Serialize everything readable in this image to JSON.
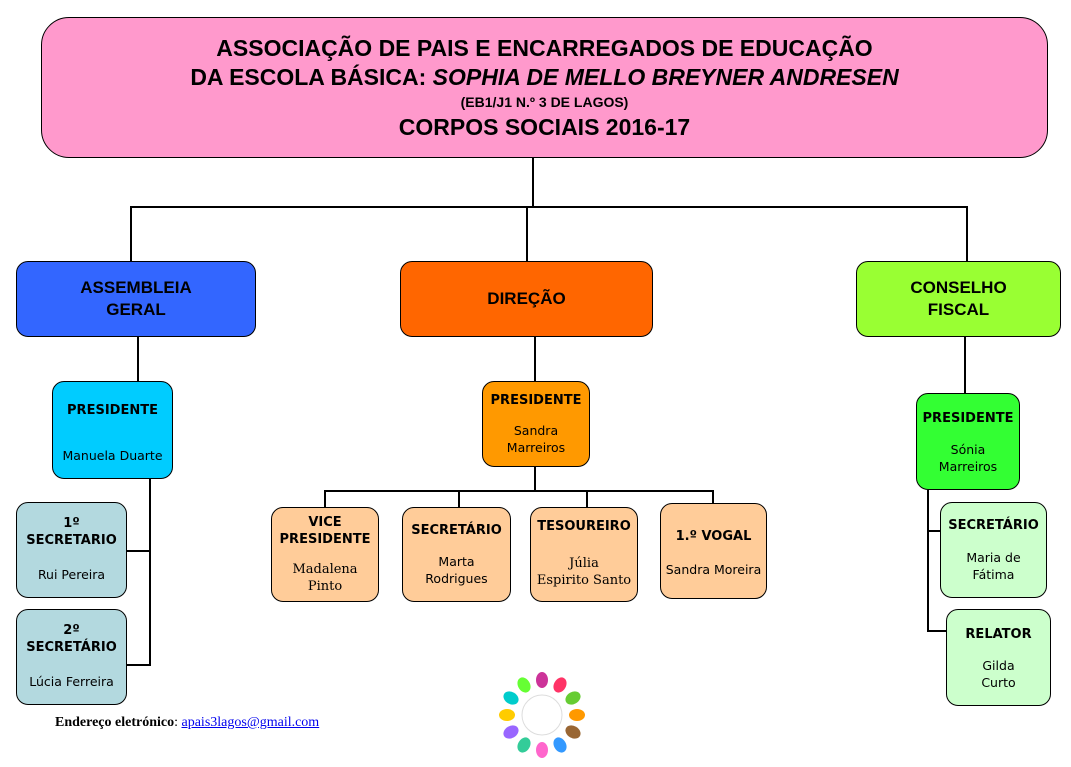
{
  "header": {
    "line1": "ASSOCIAÇÃO DE PAIS E ENCARREGADOS DE EDUCAÇÃO",
    "line2_prefix": "DA ESCOLA BÁSICA: ",
    "line2_italic": "SOPHIA DE MELLO BREYNER ANDRESEN",
    "line3": "(EB1/J1 N.º 3 DE LAGOS)",
    "line4": "CORPOS SOCIAIS 2016-17"
  },
  "sections": {
    "assembleia": {
      "label_line1": "ASSEMBLEIA",
      "label_line2": "GERAL",
      "color": "#3366ff"
    },
    "direcao": {
      "label": "DIREÇÃO",
      "color": "#ff6600"
    },
    "conselho": {
      "label_line1": "CONSELHO",
      "label_line2": "FISCAL",
      "color": "#99ff33"
    }
  },
  "assembleia": {
    "presidente": {
      "role": "PRESIDENTE",
      "name": "Manuela Duarte"
    },
    "secretario1": {
      "role_line1": "1º",
      "role_line2": "SECRETARIO",
      "name": "Rui Pereira"
    },
    "secretario2": {
      "role_line1": "2º",
      "role_line2": "SECRETÁRIO",
      "name": "Lúcia Ferreira"
    }
  },
  "direcao": {
    "presidente": {
      "role": "PRESIDENTE",
      "name_line1": "Sandra",
      "name_line2": "Marreiros"
    },
    "vice": {
      "role_line1": "VICE",
      "role_line2": "PRESIDENTE",
      "name_line1": "Madalena",
      "name_line2": "Pinto"
    },
    "secretario": {
      "role": "SECRETÁRIO",
      "name_line1": "Marta",
      "name_line2": "Rodrigues"
    },
    "tesoureiro": {
      "role": "TESOUREIRO",
      "name_line1": "Júlia",
      "name_line2": "Espirito Santo"
    },
    "vogal": {
      "role": "1.º VOGAL",
      "name": "Sandra Moreira"
    }
  },
  "conselho": {
    "presidente": {
      "role": "PRESIDENTE",
      "name_line1": "Sónia",
      "name_line2": "Marreiros"
    },
    "secretario": {
      "role": "SECRETÁRIO",
      "name_line1": "Maria de",
      "name_line2": "Fátima"
    },
    "relator": {
      "role": "RELATOR",
      "name_line1": "Gilda",
      "name_line2": "Curto"
    }
  },
  "footer": {
    "label": "Endereço eletrónico",
    "separator": ": ",
    "email": "apais3lagos@gmail.com"
  },
  "colors": {
    "header": "#ff99cc",
    "assembleia_member": "#00ccff",
    "assembleia_secretary": "#b3d9df",
    "direcao_presidente": "#ff9900",
    "direcao_member": "#ffcc99",
    "conselho_presidente": "#33ff33",
    "conselho_member": "#ccffcc"
  },
  "icons": {
    "logo": "hands-circle-logo-icon"
  }
}
